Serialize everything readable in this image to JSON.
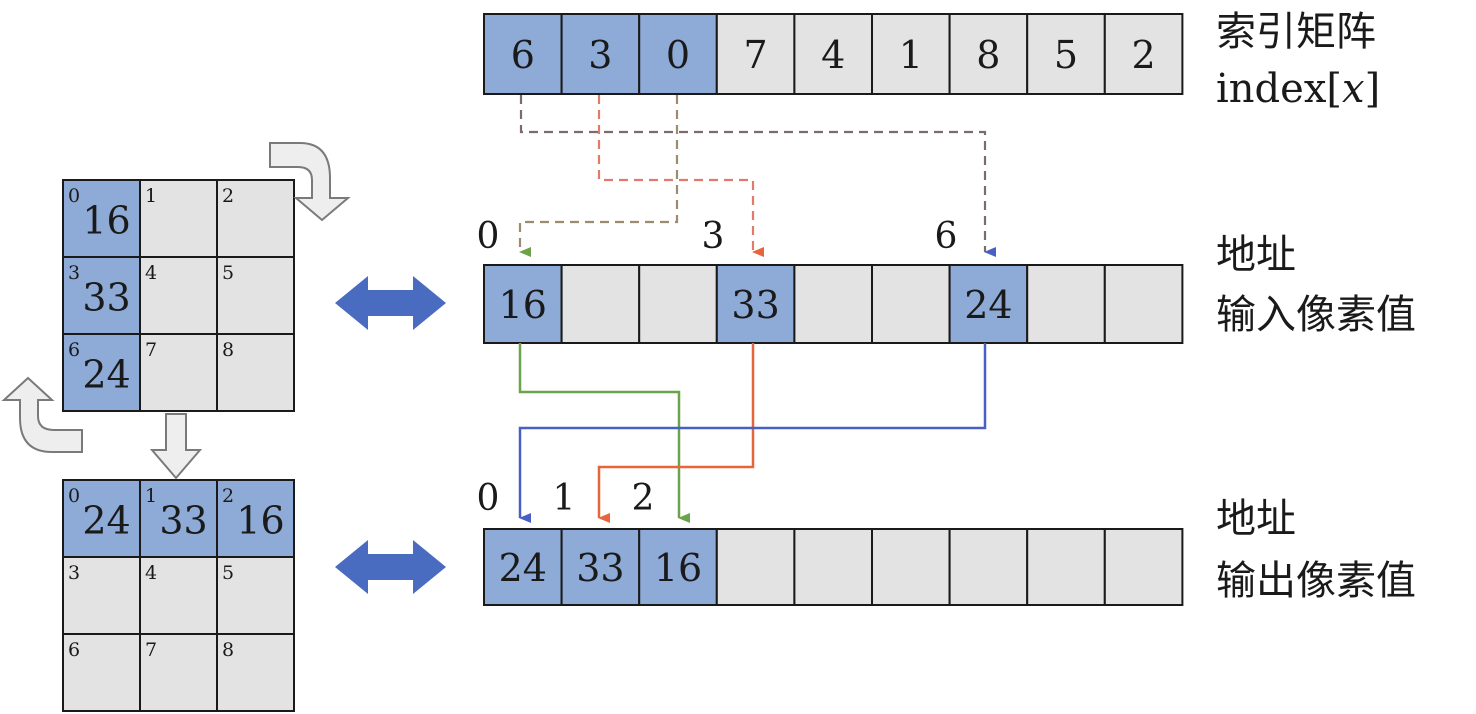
{
  "index_matrix": {
    "label": "索引矩阵",
    "label2": "index[x]",
    "values": [
      "6",
      "3",
      "0",
      "7",
      "4",
      "1",
      "8",
      "5",
      "2"
    ],
    "highlighted_count": 3
  },
  "input_array": {
    "label": "地址",
    "label2": "输入像素值",
    "cells": [
      "16",
      "",
      "",
      "33",
      "",
      "",
      "24",
      "",
      ""
    ],
    "highlighted": [
      0,
      3,
      6
    ],
    "address_marks": [
      "0",
      "3",
      "6"
    ]
  },
  "output_array": {
    "label": "地址",
    "label2": "输出像素值",
    "cells": [
      "24",
      "33",
      "16",
      "",
      "",
      "",
      "",
      "",
      ""
    ],
    "highlighted": [
      0,
      1,
      2
    ],
    "address_marks": [
      "0",
      "1",
      "2"
    ]
  },
  "input_grid": {
    "indices": [
      "0",
      "1",
      "2",
      "3",
      "4",
      "5",
      "6",
      "7",
      "8"
    ],
    "values": [
      "16",
      "",
      "",
      "33",
      "",
      "",
      "24",
      "",
      ""
    ],
    "highlighted": [
      0,
      3,
      6
    ]
  },
  "output_grid": {
    "indices": [
      "0",
      "1",
      "2",
      "3",
      "4",
      "5",
      "6",
      "7",
      "8"
    ],
    "values": [
      "24",
      "33",
      "16",
      "",
      "",
      "",
      "",
      "",
      ""
    ],
    "highlighted": [
      0,
      1,
      2
    ]
  },
  "colors": {
    "cell_blue": "#8eaad7",
    "cell_gray": "#e3e3e3",
    "arrow_green": "#6ba34a",
    "arrow_red": "#e8643a",
    "arrow_blue": "#4a5fc4",
    "dashed_brown": "#b5826a",
    "big_arrow": "#4a6cc0"
  }
}
